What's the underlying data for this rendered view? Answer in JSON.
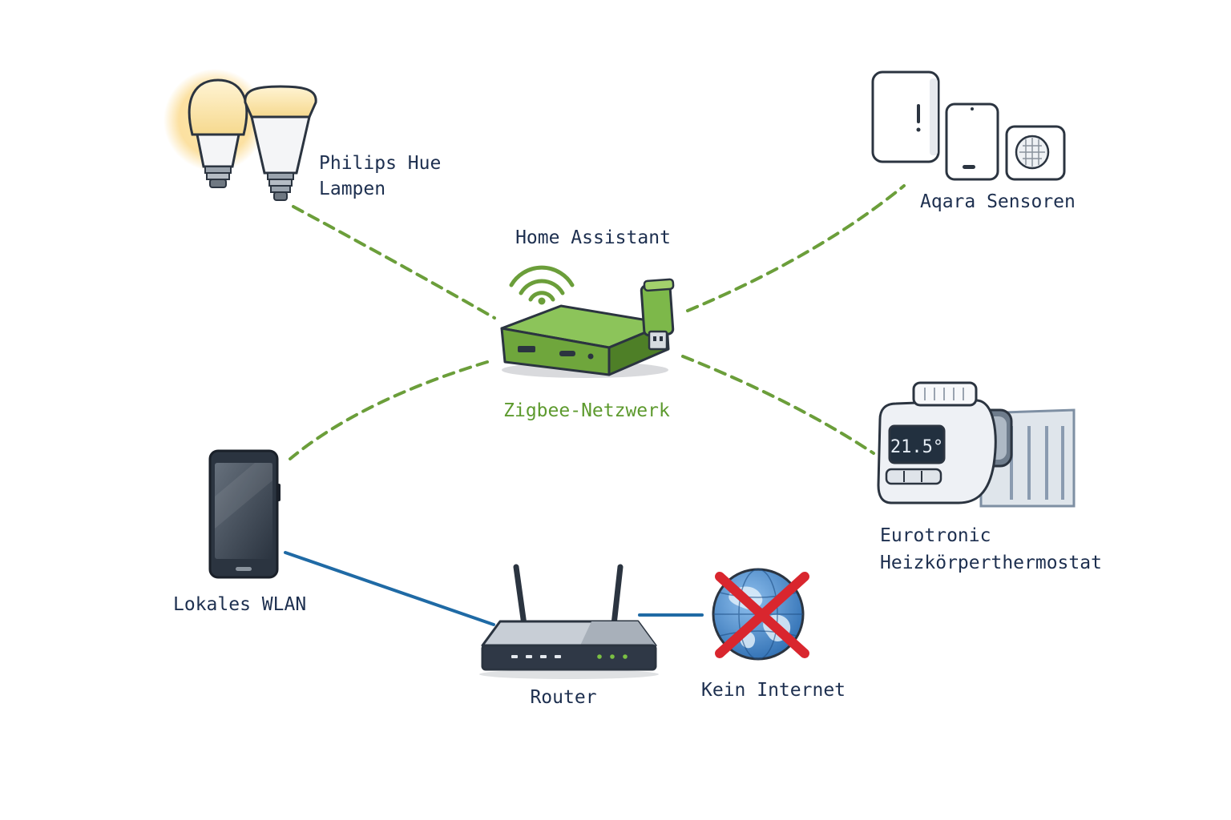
{
  "hub": {
    "title": "Home Assistant",
    "network_label": "Zigbee-Netzwerk"
  },
  "devices": {
    "hue_line1": "Philips Hue",
    "hue_line2": "Lampen",
    "aqara": "Aqara Sensoren",
    "thermostat_line1": "Eurotronic",
    "thermostat_line2": "Heizkörperthermostat",
    "thermostat_display": "21.5°",
    "phone": "Lokales WLAN",
    "router": "Router",
    "internet": "Kein Internet"
  },
  "colors": {
    "zigbee": "#6b9e3a",
    "wlan": "#1f6aa5",
    "text": "#1d2f4f",
    "no_internet": "#d9262e"
  },
  "icons": {
    "hub": "home-assistant-hub-icon",
    "dongle": "zigbee-usb-dongle-icon",
    "bulbs": "light-bulb-icon",
    "sensors": "aqara-sensor-icon",
    "thermostat": "radiator-thermostat-icon",
    "phone": "smartphone-icon",
    "router": "wifi-router-icon",
    "globe": "globe-crossed-icon"
  }
}
